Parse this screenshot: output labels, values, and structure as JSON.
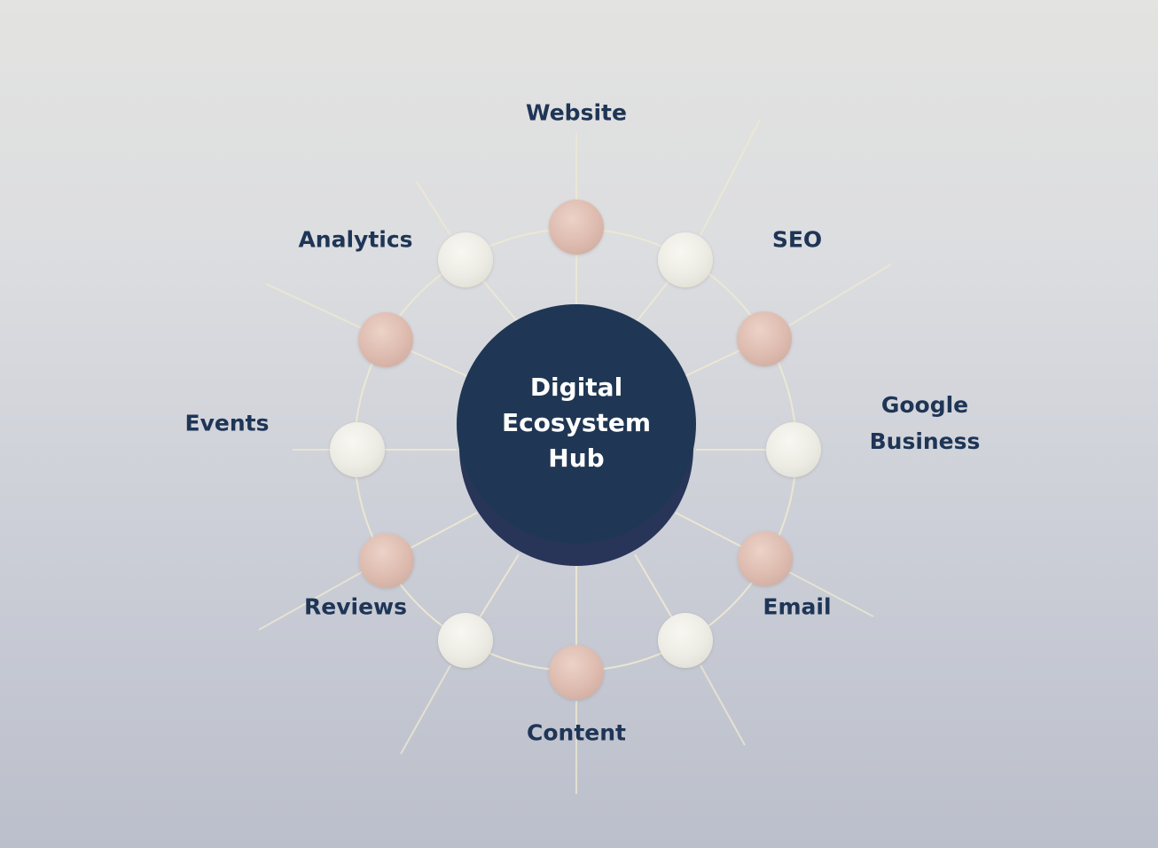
{
  "hub": {
    "line1": "Digital",
    "line2": "Ecosystem",
    "line3": "Hub",
    "color": "#1f3754"
  },
  "labels": {
    "website": "Website",
    "seo": "SEO",
    "google_business_1": "Google",
    "google_business_2": "Business",
    "email": "Email",
    "content": "Content",
    "reviews": "Reviews",
    "events": "Events",
    "analytics": "Analytics"
  },
  "colors": {
    "label_text": "#1e3556",
    "sphere_rose": "#ddbaae",
    "sphere_white": "#eeede6",
    "connector": "#efe9d2"
  }
}
